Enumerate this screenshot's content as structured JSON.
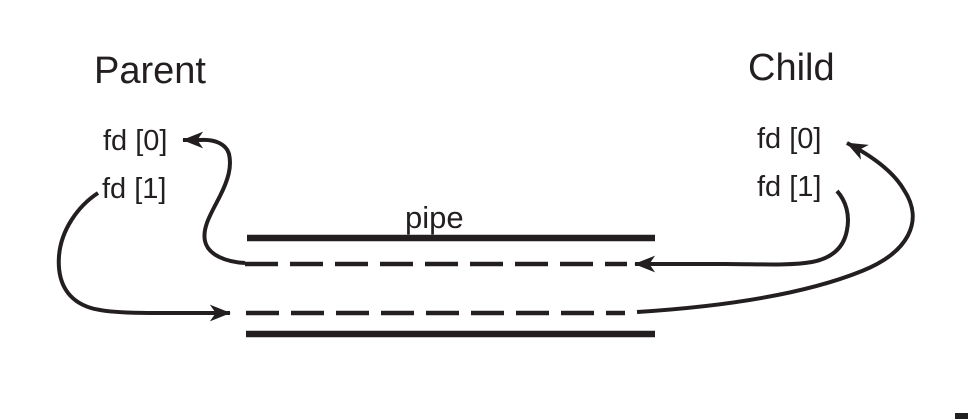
{
  "diagram": {
    "parent": {
      "title": "Parent",
      "fd0_label": "fd [0]",
      "fd1_label": "fd [1]"
    },
    "child": {
      "title": "Child",
      "fd0_label": "fd [0]",
      "fd1_label": "fd [1]"
    },
    "pipe": {
      "label": "pipe"
    },
    "colors": {
      "ink": "#231f20",
      "background": "#ffffff"
    }
  }
}
